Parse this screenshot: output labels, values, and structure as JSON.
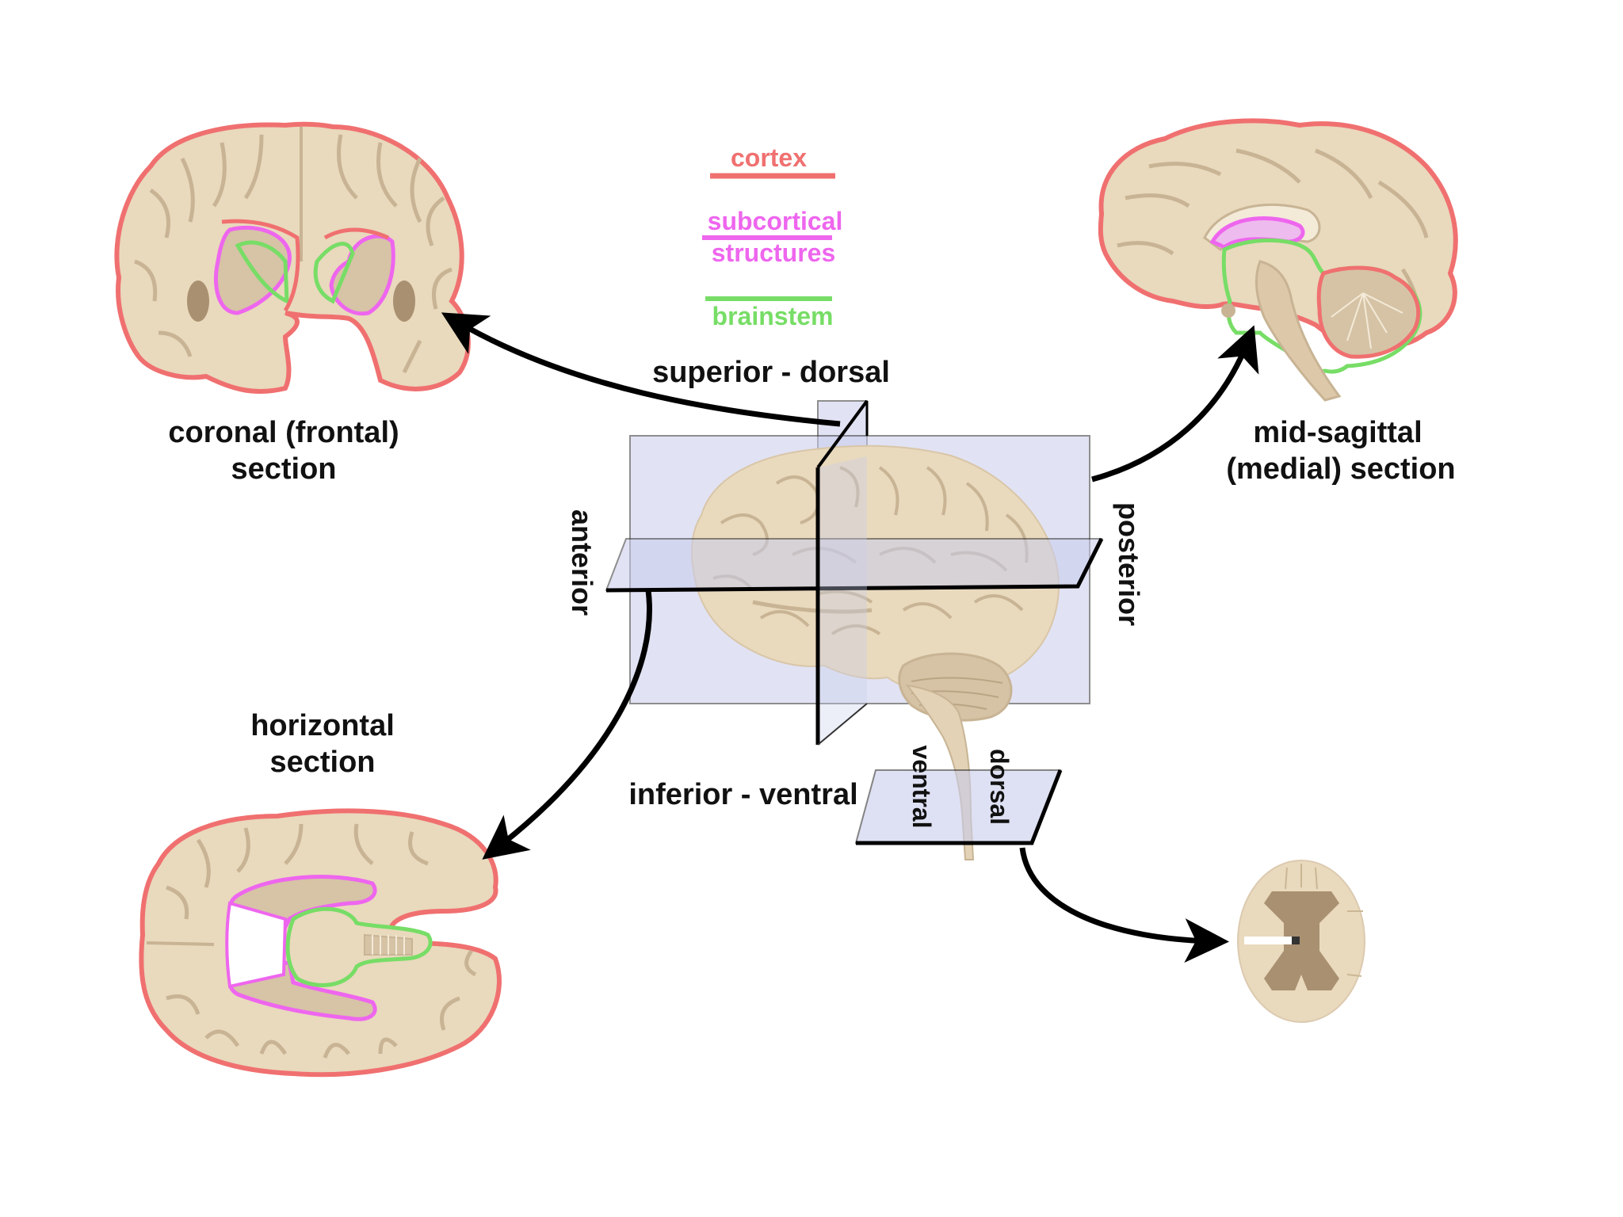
{
  "legend": {
    "cortex": {
      "label": "cortex",
      "color": "#f07070"
    },
    "subcortical": {
      "label_line1": "subcortical",
      "label_line2": "structures",
      "color": "#ee66ee"
    },
    "brainstem": {
      "label": "brainstem",
      "color": "#77dd66"
    }
  },
  "labels": {
    "superior": "superior - dorsal",
    "inferior": "inferior - ventral",
    "anterior": "anterior",
    "posterior": "posterior",
    "ventral": "ventral",
    "dorsal": "dorsal"
  },
  "sections": {
    "coronal": {
      "line1": "coronal (frontal)",
      "line2": "section"
    },
    "sagittal": {
      "line1": "mid-sagittal",
      "line2": "(medial) section"
    },
    "horizontal": {
      "line1": "horizontal",
      "line2": "section"
    }
  },
  "colors": {
    "tissue": "#e9d9bd",
    "gyrus_line": "#c8b494",
    "plane_fill": "#c9cdec",
    "arrow": "#000000",
    "gray_matter": "#a99070"
  }
}
